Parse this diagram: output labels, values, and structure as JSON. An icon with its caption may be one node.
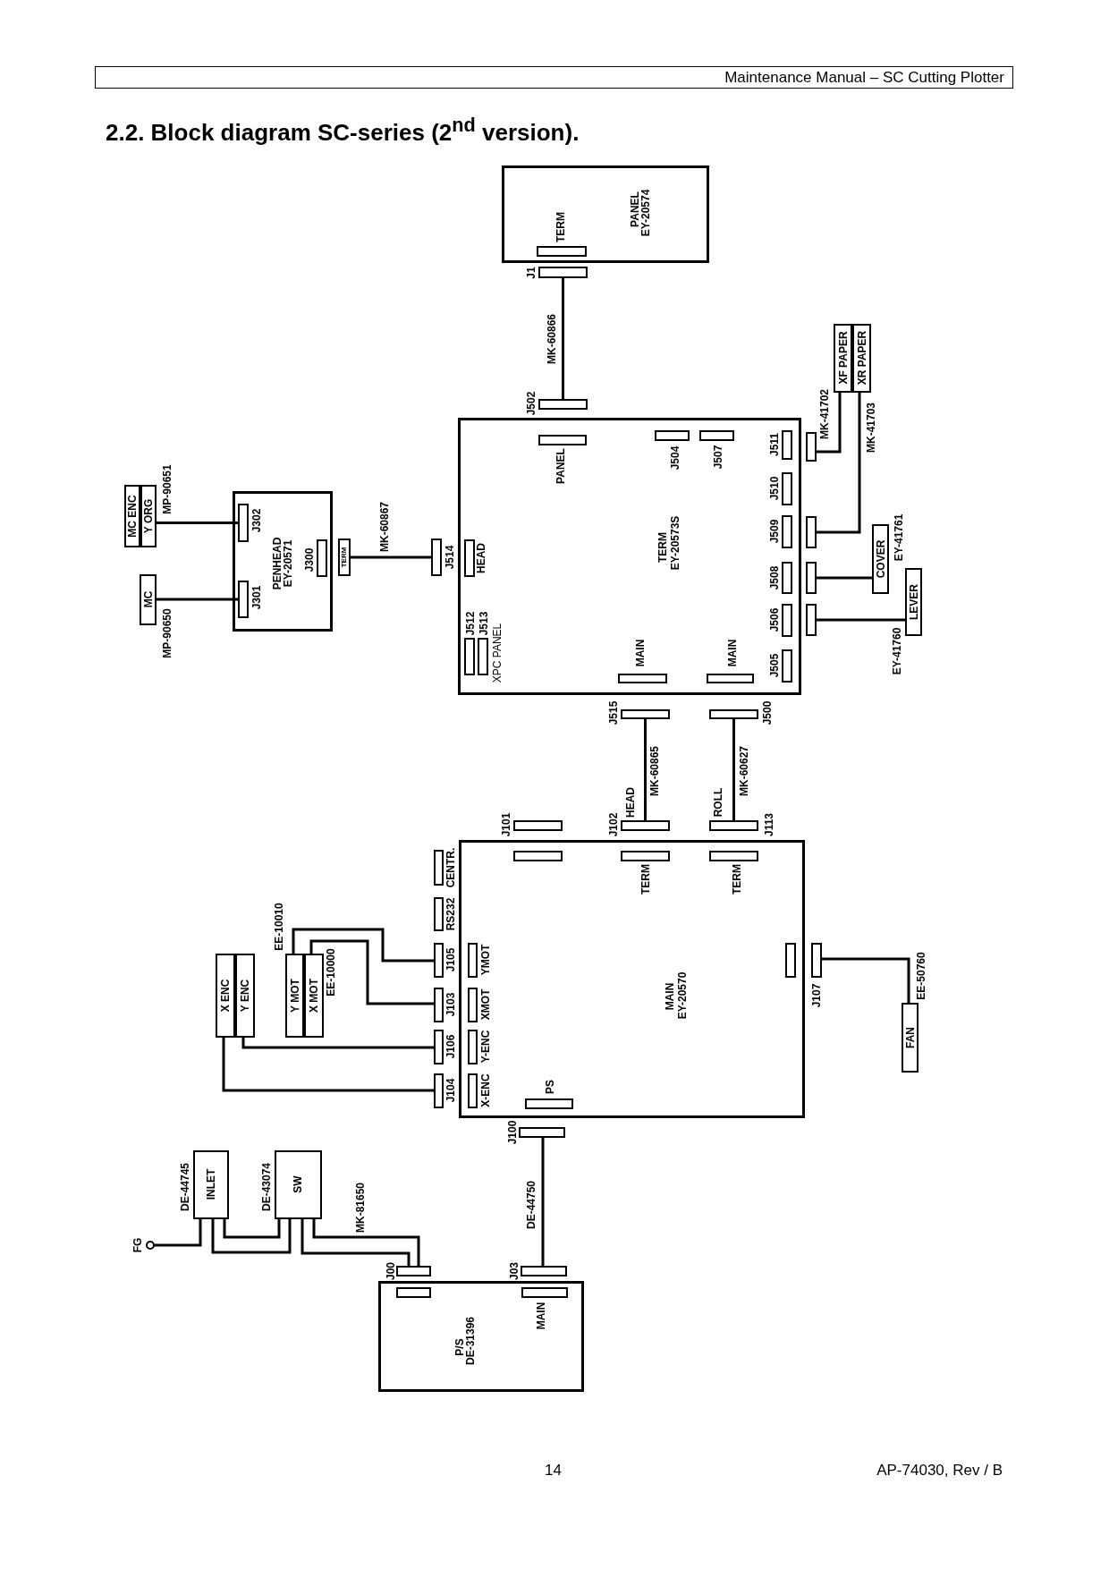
{
  "diagram": {
    "title": "2.2. Block diagram SC-series (2$^{nd}$ version).",
    "nodes": [
      {
        "text": [
          "PANEL",
          "EY-20574"
        ]
      },
      {
        "text": [],
        "shape": "box",
        "in": 0,
        "beside": [
          "TERM"
        ]
      },
      {
        "text": [],
        "shape": "box",
        "beside": [
          "J1"
        ]
      },
      {
        "text": [],
        "shape": "box",
        "beside": [
          "J502"
        ]
      },
      {
        "text": [
          "XF PAPER"
        ]
      },
      {
        "text": [
          "XR PAPER"
        ]
      },
      {
        "text": [
          "TERM",
          "EY-20573S"
        ]
      },
      {
        "text": [],
        "shape": "box",
        "in": 6,
        "beside": [
          "PANEL"
        ]
      },
      {
        "text": [],
        "shape": "box",
        "in": 6,
        "beside": [
          "J504"
        ]
      },
      {
        "text": [],
        "shape": "box",
        "in": 6,
        "beside": [
          "J507"
        ]
      },
      {
        "text": [],
        "shape": "box",
        "in": 6,
        "beside": [
          "J511"
        ]
      },
      {
        "text": [],
        "shape": "box",
        "in": 6,
        "beside": [
          "J510"
        ]
      },
      {
        "text": [],
        "shape": "box",
        "in": 6,
        "beside": [
          "J509"
        ]
      },
      {
        "text": [],
        "shape": "box",
        "in": 6,
        "beside": [
          "J508"
        ]
      },
      {
        "text": [],
        "shape": "box",
        "in": 6,
        "beside": [
          "J506"
        ]
      },
      {
        "text": [],
        "shape": "box",
        "in": 6,
        "beside": [
          "J505"
        ]
      },
      {
        "text": [],
        "shape": "box",
        "in": 6,
        "beside": [
          "HEAD"
        ]
      },
      {
        "text": [],
        "shape": "box",
        "in": 6,
        "beside": [
          "J512"
        ]
      },
      {
        "text": [],
        "shape": "box",
        "in": 6,
        "beside": [
          "J513"
        ]
      },
      {
        "text": [],
        "shape": "box",
        "in": 6,
        "beside": [
          "MAIN"
        ]
      },
      {
        "text": [],
        "shape": "box",
        "in": 6,
        "beside": [
          "MAIN"
        ]
      },
      {
        "text": [],
        "shape": "box"
      },
      {
        "text": [],
        "shape": "box"
      },
      {
        "text": [],
        "shape": "box"
      },
      {
        "text": [],
        "shape": "box"
      },
      {
        "text": [
          "COVER"
        ],
        "beside": [
          "EY-41761"
        ]
      },
      {
        "text": [
          "LEVER"
        ],
        "beside": [
          "EY-41760"
        ]
      },
      {
        "text": [
          "MC ENC"
        ]
      },
      {
        "text": [
          "Y ORG"
        ]
      },
      {
        "text": [
          "MC"
        ]
      },
      {
        "text": [
          "PENHEAD",
          "EY-20571"
        ]
      },
      {
        "text": [],
        "shape": "box",
        "in": 30,
        "beside": [
          "J302"
        ]
      },
      {
        "text": [],
        "shape": "box",
        "in": 30,
        "beside": [
          "J300"
        ]
      },
      {
        "text": [],
        "shape": "box",
        "in": 30,
        "beside": [
          "J301"
        ]
      },
      {
        "text": [
          "TERM"
        ]
      },
      {
        "text": [],
        "shape": "box",
        "beside": [
          "J514"
        ]
      },
      {
        "text": [],
        "shape": "box",
        "beside": [
          "J515"
        ]
      },
      {
        "text": [],
        "shape": "box",
        "beside": [
          "J500"
        ]
      },
      {
        "text": [],
        "shape": "box",
        "beside": [
          "J101"
        ]
      },
      {
        "text": [],
        "shape": "box",
        "beside": [
          "J102",
          "HEAD"
        ]
      },
      {
        "text": [],
        "shape": "box",
        "beside": [
          "J113",
          "ROLL"
        ]
      },
      {
        "text": [
          "MAIN",
          "EY-20570"
        ]
      },
      {
        "text": [],
        "shape": "box",
        "in": 41
      },
      {
        "text": [],
        "shape": "box",
        "in": 41,
        "beside": [
          "TERM"
        ]
      },
      {
        "text": [],
        "shape": "box",
        "in": 41,
        "beside": [
          "TERM"
        ]
      },
      {
        "text": [],
        "shape": "box",
        "in": 41,
        "beside": [
          "YMOT"
        ]
      },
      {
        "text": [],
        "shape": "box",
        "in": 41,
        "beside": [
          "XMOT"
        ]
      },
      {
        "text": [],
        "shape": "box",
        "in": 41,
        "beside": [
          "Y-ENC"
        ]
      },
      {
        "text": [],
        "shape": "box",
        "in": 41,
        "beside": [
          "X-ENC"
        ]
      },
      {
        "text": [],
        "shape": "box",
        "in": 41,
        "beside": [
          "PS"
        ]
      },
      {
        "text": [],
        "shape": "box",
        "in": 41
      },
      {
        "text": [],
        "shape": "box",
        "beside": [
          "CENTR."
        ]
      },
      {
        "text": [],
        "shape": "box",
        "beside": [
          "RS232"
        ]
      },
      {
        "text": [],
        "shape": "box",
        "beside": [
          "J105"
        ]
      },
      {
        "text": [],
        "shape": "box",
        "beside": [
          "J103"
        ]
      },
      {
        "text": [],
        "shape": "box",
        "beside": [
          "J106"
        ]
      },
      {
        "text": [],
        "shape": "box",
        "beside": [
          "J104"
        ]
      },
      {
        "text": [],
        "shape": "box",
        "beside": [
          "J107"
        ]
      },
      {
        "text": [
          "FAN"
        ]
      },
      {
        "text": [
          "X ENC"
        ]
      },
      {
        "text": [
          "Y ENC"
        ]
      },
      {
        "text": [
          "Y MOT"
        ]
      },
      {
        "text": [
          "X MOT"
        ]
      },
      {
        "text": [],
        "shape": "box",
        "beside": [
          "J100"
        ]
      },
      {
        "text": [
          "INLET"
        ],
        "beside": [
          "DE-44745"
        ]
      },
      {
        "text": [
          "SW"
        ],
        "beside": [
          "DE-43074"
        ]
      },
      {
        "text": [],
        "shape": "circle",
        "beside": [
          "FG"
        ]
      },
      {
        "text": [],
        "shape": "box",
        "beside": [
          "J00"
        ]
      },
      {
        "text": [],
        "shape": "box",
        "beside": [
          "J03"
        ]
      },
      {
        "text": [
          "P/S",
          "DE-31396"
        ]
      },
      {
        "text": [],
        "shape": "box",
        "in": 69
      },
      {
        "text": [],
        "shape": "box",
        "in": 69,
        "beside": [
          "MAIN"
        ]
      }
    ],
    "edges": [
      {
        "from": 2,
        "to": 3,
        "arrow": "none",
        "label": "MK-60866"
      },
      {
        "from": 28,
        "to": 31,
        "arrow": "none",
        "label": "MP-90651"
      },
      {
        "from": 29,
        "to": 33,
        "arrow": "none",
        "label": "MP-90650"
      },
      {
        "from": 34,
        "to": 35,
        "arrow": "none",
        "label": "MK-60867"
      },
      {
        "from": 21,
        "to": 4,
        "arrow": "none",
        "label": "MK-41702"
      },
      {
        "from": 22,
        "to": 5,
        "arrow": "none",
        "label": "MK-41703"
      },
      {
        "from": 23,
        "to": 25,
        "arrow": "none"
      },
      {
        "from": 24,
        "to": 26,
        "arrow": "none"
      },
      {
        "from": 36,
        "to": 39,
        "arrow": "none",
        "label": "MK-60865"
      },
      {
        "from": 37,
        "to": 40,
        "arrow": "none",
        "label": "MK-60627"
      },
      {
        "from": 61,
        "to": 53,
        "arrow": "none",
        "label": "EE-10010"
      },
      {
        "from": 62,
        "to": 54,
        "arrow": "none",
        "label": "EE-10000"
      },
      {
        "from": 60,
        "to": 55,
        "arrow": "none"
      },
      {
        "from": 59,
        "to": 56,
        "arrow": "none"
      },
      {
        "from": 57,
        "to": 58,
        "arrow": "none",
        "label": "EE-50760"
      },
      {
        "from": 63,
        "to": 68,
        "arrow": "none",
        "label": "DE-44750"
      },
      {
        "from": 66,
        "to": 64,
        "arrow": "none"
      },
      {
        "from": 64,
        "to": 65,
        "arrow": "none"
      },
      {
        "from": 64,
        "to": 65,
        "arrow": "none"
      },
      {
        "from": 65,
        "to": 67,
        "arrow": "none",
        "label": "MK-81650"
      },
      {
        "from": 65,
        "to": 67,
        "arrow": "none"
      }
    ],
    "labels": [
      "Maintenance Manual – SC Cutting Plotter",
      "XPC PANEL",
      "14",
      "AP-74030, Rev / B"
    ]
  }
}
